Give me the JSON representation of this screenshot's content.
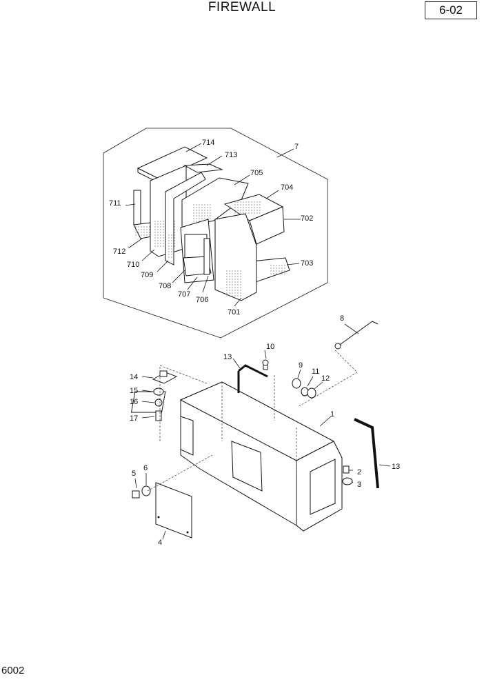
{
  "header": {
    "title": "FIREWALL",
    "page_number": "6-02"
  },
  "footer": {
    "drawing_number": "6002"
  },
  "labels": {
    "l714": "714",
    "l713": "713",
    "l7": "7",
    "l705": "705",
    "l704": "704",
    "l711": "711",
    "l702": "702",
    "l712": "712",
    "l710": "710",
    "l709": "709",
    "l703": "703",
    "l708": "708",
    "l707": "707",
    "l706": "706",
    "l701": "701",
    "l8": "8",
    "l10": "10",
    "l13a": "13",
    "l9": "9",
    "l11": "11",
    "l12": "12",
    "l14": "14",
    "l15": "15",
    "l16": "16",
    "l17": "17",
    "l1": "1",
    "l13b": "13",
    "l2": "2",
    "l3": "3",
    "l5": "5",
    "l6": "6",
    "l4": "4"
  }
}
